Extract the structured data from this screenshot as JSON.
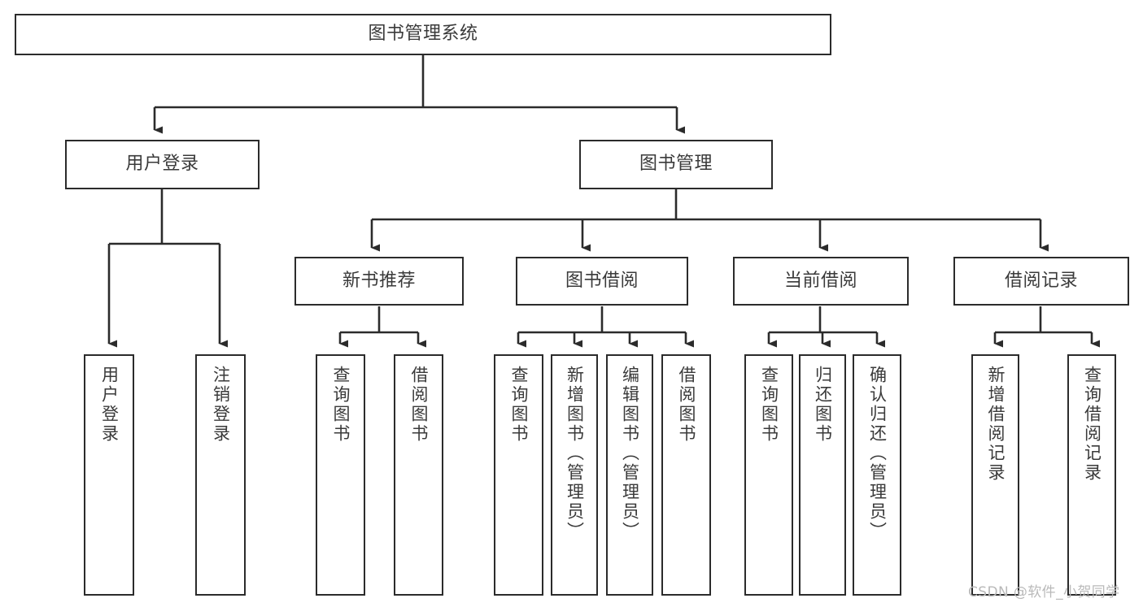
{
  "diagram": {
    "title": "图书管理系统",
    "watermark": "CSDN @软件_小贺同学",
    "stroke_color": "#2b2b2b",
    "text_color": "#3a3a3a",
    "background_color": "#ffffff",
    "root": {
      "label": "图书管理系统"
    },
    "level2": [
      {
        "label": "用户登录"
      },
      {
        "label": "图书管理"
      }
    ],
    "level3": [
      {
        "label": "新书推荐"
      },
      {
        "label": "图书借阅"
      },
      {
        "label": "当前借阅"
      },
      {
        "label": "借阅记录"
      }
    ],
    "leaves": {
      "user_login": [
        {
          "label": "用户登录"
        },
        {
          "label": "注销登录"
        }
      ],
      "new_book": [
        {
          "label": "查询图书"
        },
        {
          "label": "借阅图书"
        }
      ],
      "book_borrow": [
        {
          "label": "查询图书"
        },
        {
          "label": "新增图书（管理员）"
        },
        {
          "label": "编辑图书（管理员）"
        },
        {
          "label": "借阅图书"
        }
      ],
      "current_borrow": [
        {
          "label": "查询图书"
        },
        {
          "label": "归还图书"
        },
        {
          "label": "确认归还（管理员）"
        }
      ],
      "borrow_record": [
        {
          "label": "新增借阅记录"
        },
        {
          "label": "查询借阅记录"
        }
      ]
    }
  }
}
